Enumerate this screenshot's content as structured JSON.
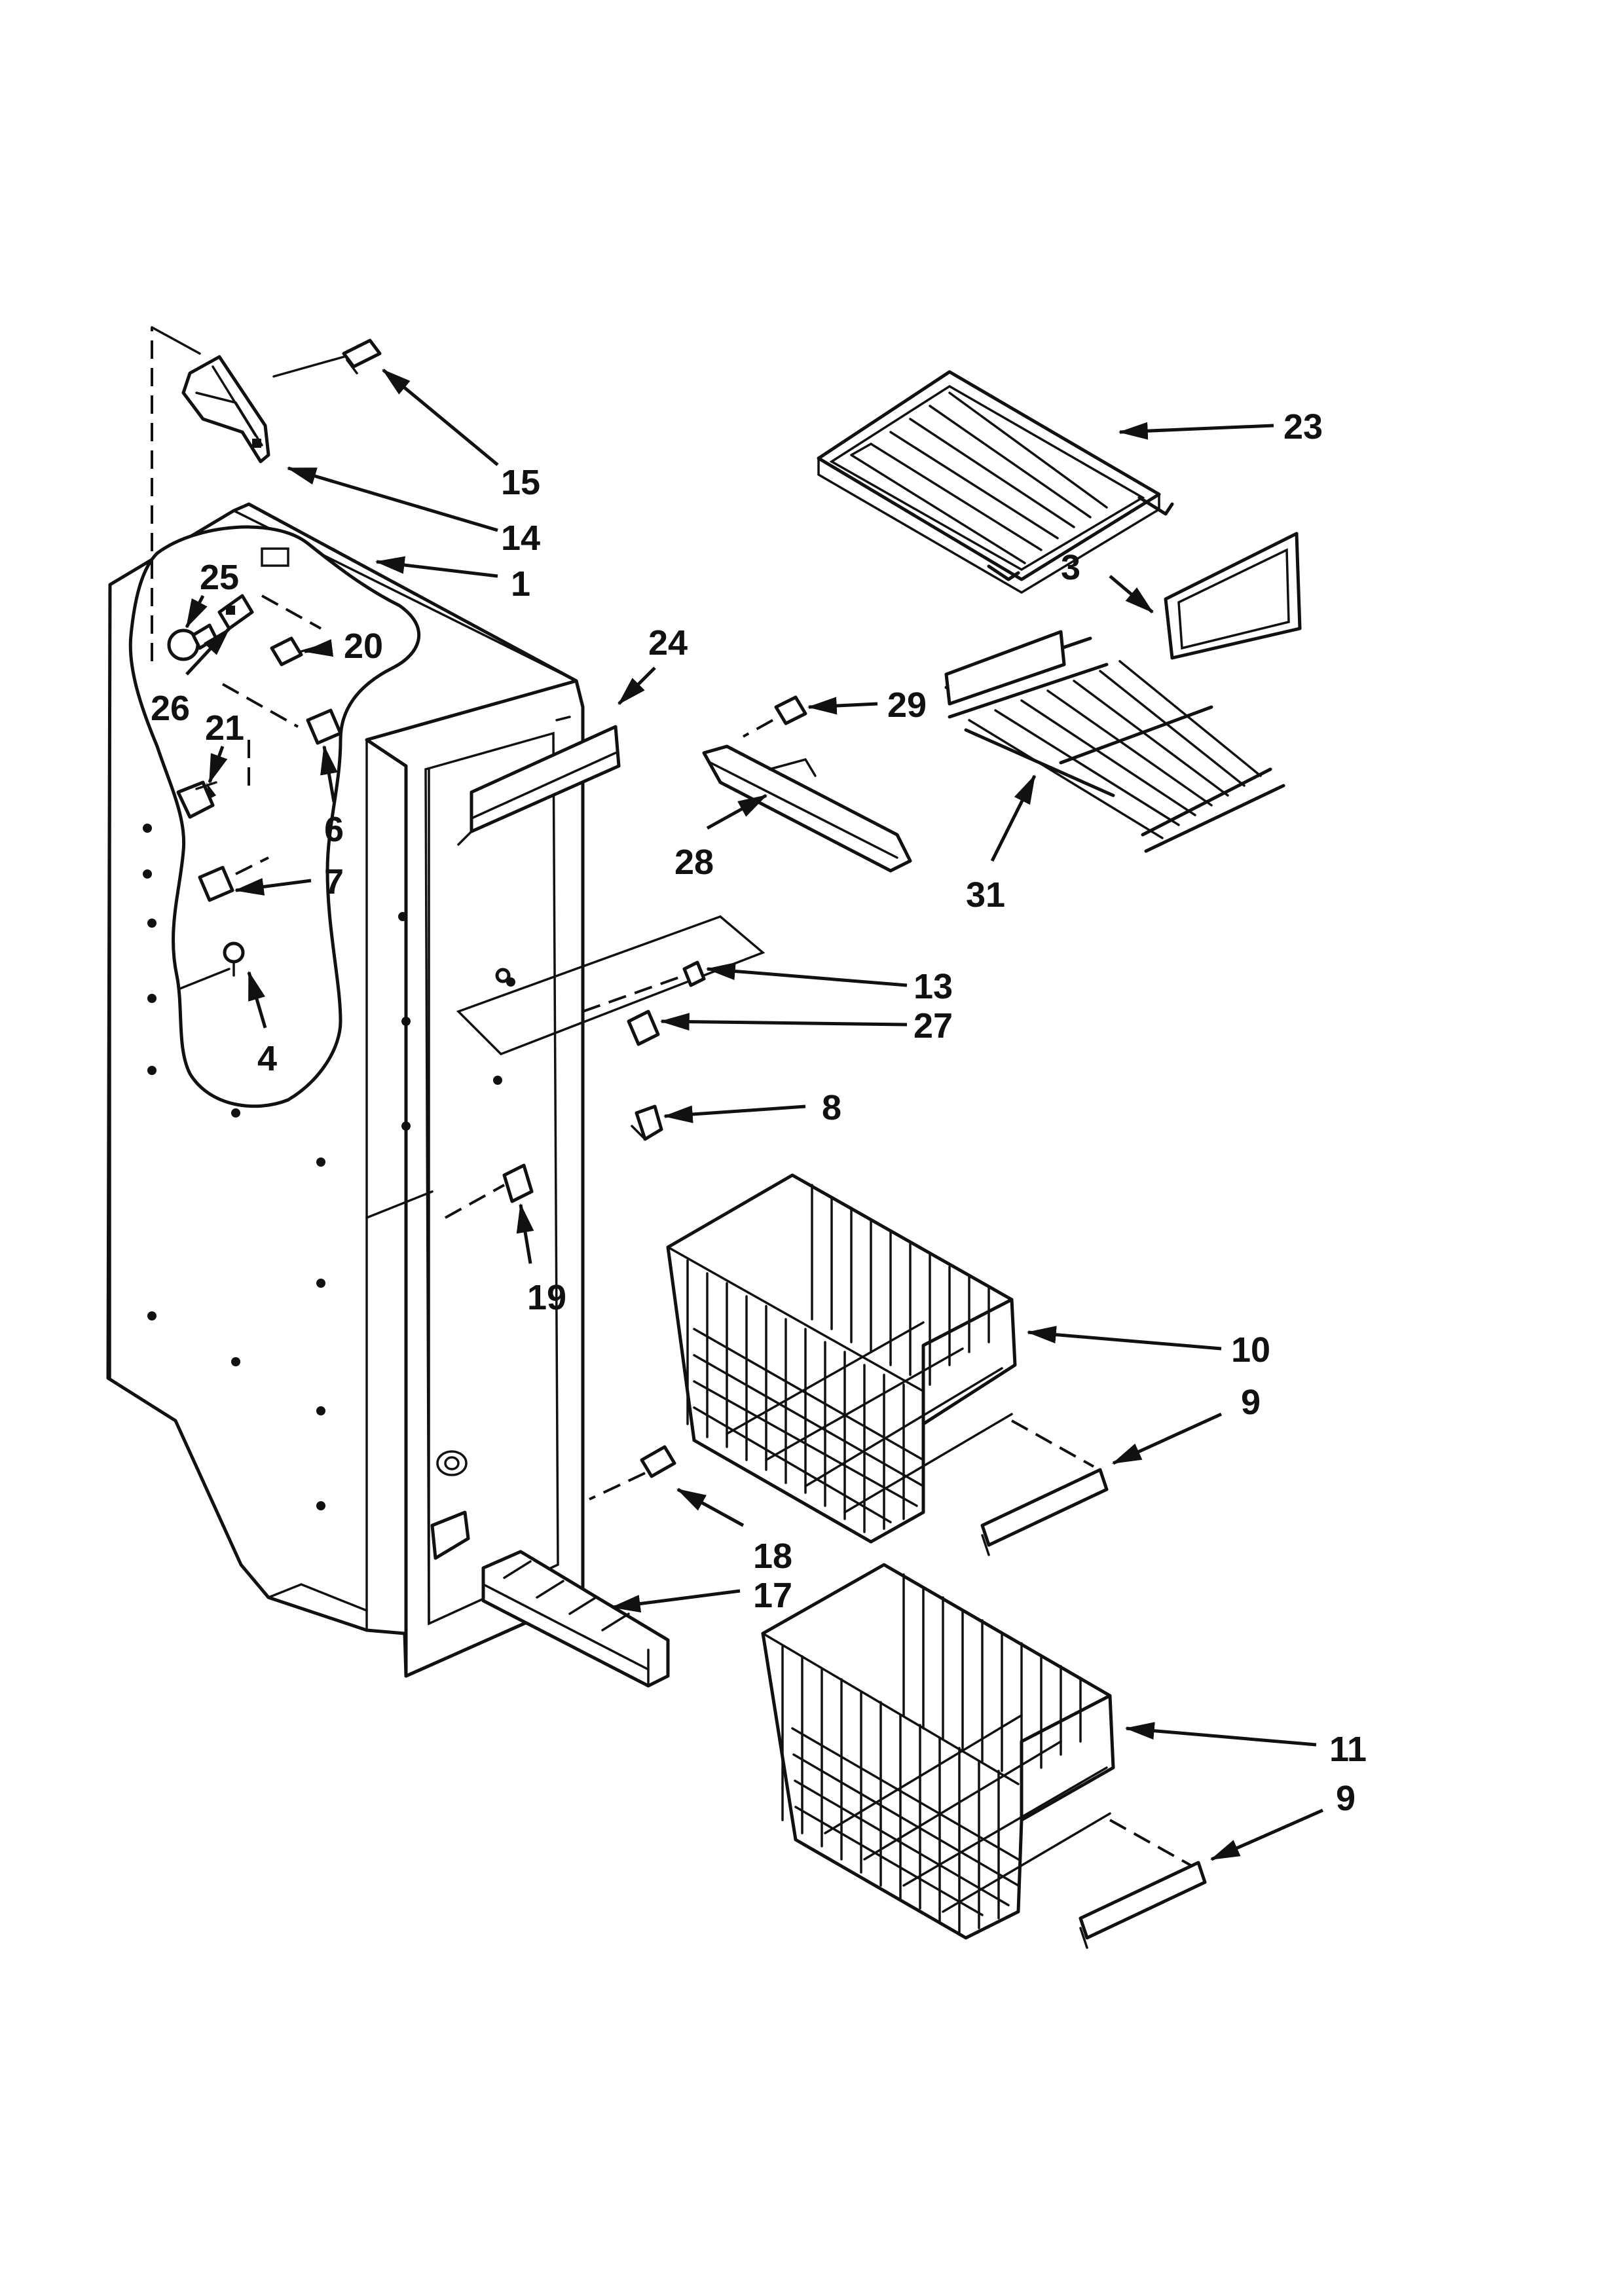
{
  "callouts": [
    {
      "id": "1",
      "label": "1"
    },
    {
      "id": "3",
      "label": "3"
    },
    {
      "id": "4",
      "label": "4"
    },
    {
      "id": "6",
      "label": "6"
    },
    {
      "id": "7",
      "label": "7"
    },
    {
      "id": "8",
      "label": "8"
    },
    {
      "id": "9a",
      "label": "9"
    },
    {
      "id": "9b",
      "label": "9"
    },
    {
      "id": "10",
      "label": "10"
    },
    {
      "id": "11",
      "label": "11"
    },
    {
      "id": "13",
      "label": "13"
    },
    {
      "id": "14",
      "label": "14"
    },
    {
      "id": "15",
      "label": "15"
    },
    {
      "id": "17",
      "label": "17"
    },
    {
      "id": "18",
      "label": "18"
    },
    {
      "id": "19",
      "label": "19"
    },
    {
      "id": "20",
      "label": "20"
    },
    {
      "id": "21",
      "label": "21"
    },
    {
      "id": "23",
      "label": "23"
    },
    {
      "id": "24",
      "label": "24"
    },
    {
      "id": "25",
      "label": "25"
    },
    {
      "id": "26",
      "label": "26"
    },
    {
      "id": "27",
      "label": "27"
    },
    {
      "id": "28",
      "label": "28"
    },
    {
      "id": "29",
      "label": "29"
    },
    {
      "id": "31",
      "label": "31"
    }
  ]
}
